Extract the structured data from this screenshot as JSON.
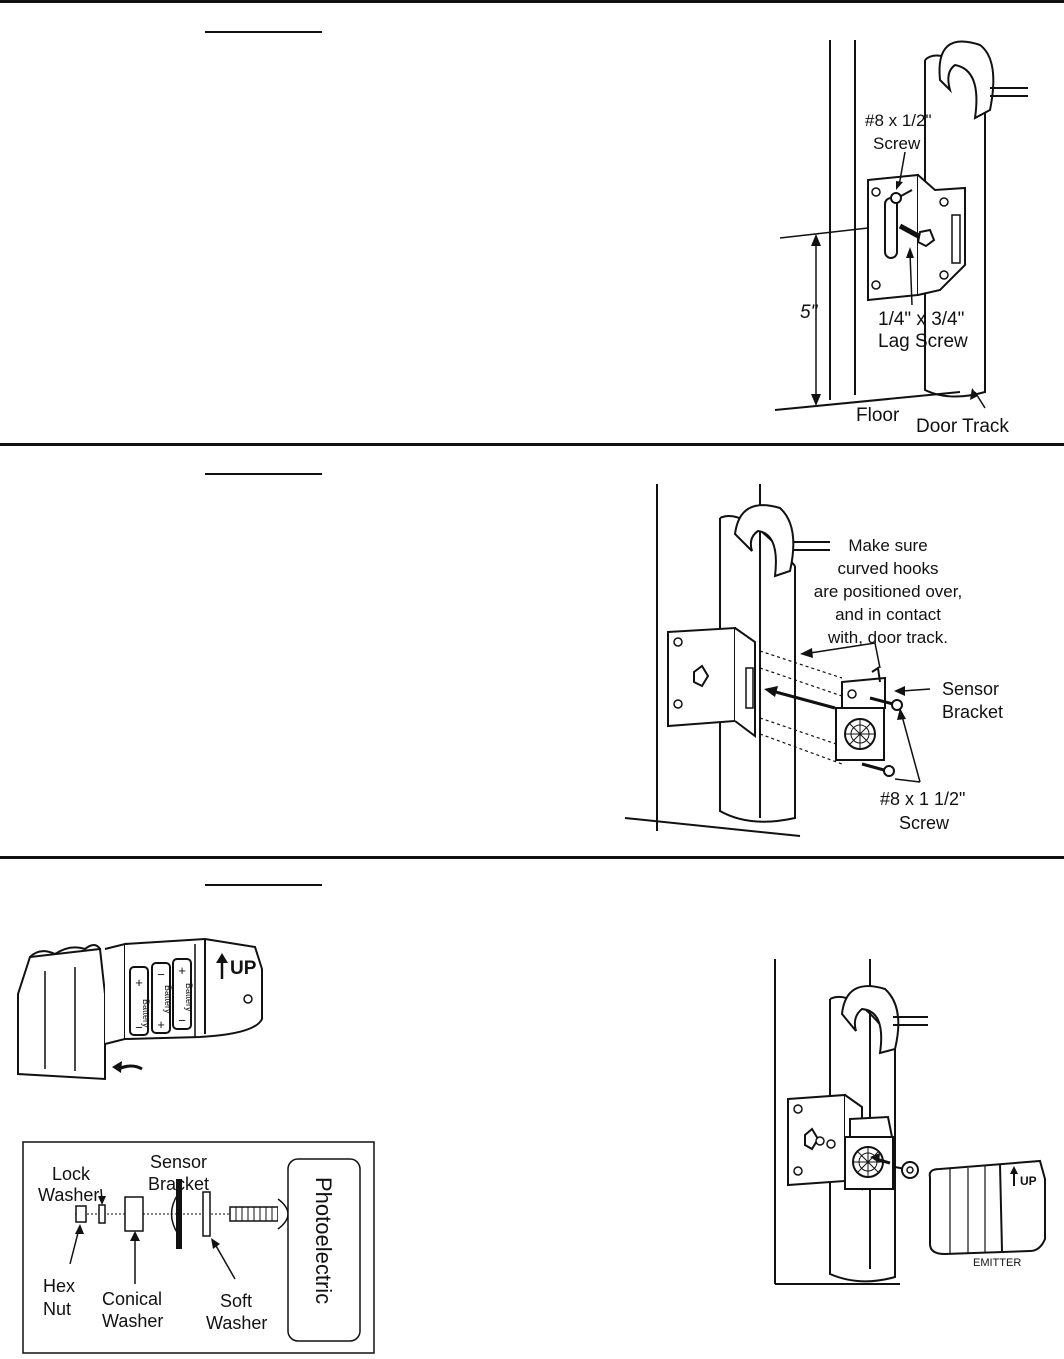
{
  "step1": {
    "screw_label_line1": "#8 x 1/2\"",
    "screw_label_line2": "Screw",
    "lag_label_line1": "1/4\" x 3/4\"",
    "lag_label_line2": "Lag Screw",
    "height_label": "5\"",
    "floor_label": "Floor",
    "track_label": "Door Track"
  },
  "step2": {
    "note_line1": "Make sure",
    "note_line2": "curved hooks",
    "note_line3": "are positioned over,",
    "note_line4": "and in contact",
    "note_line5": "with, door track.",
    "bracket_line1": "Sensor",
    "bracket_line2": "Bracket",
    "screw_line1": "#8 x 1 1/2\"",
    "screw_line2": "Screw"
  },
  "step3": {
    "up_label": "UP",
    "battery_label": "Battery",
    "plus": "+",
    "minus": "−",
    "emitter_label": "EMITTER",
    "emitter_up_label": "UP",
    "exploded": {
      "lock_washer_line1": "Lock",
      "lock_washer_line2": "Washer",
      "sensor_bracket_line1": "Sensor",
      "sensor_bracket_line2": "Bracket",
      "hex_nut_line1": "Hex",
      "hex_nut_line2": "Nut",
      "conical_washer_line1": "Conical",
      "conical_washer_line2": "Washer",
      "soft_washer_line1": "Soft",
      "soft_washer_line2": "Washer",
      "photoelectric_label": "Photoelectric"
    }
  }
}
